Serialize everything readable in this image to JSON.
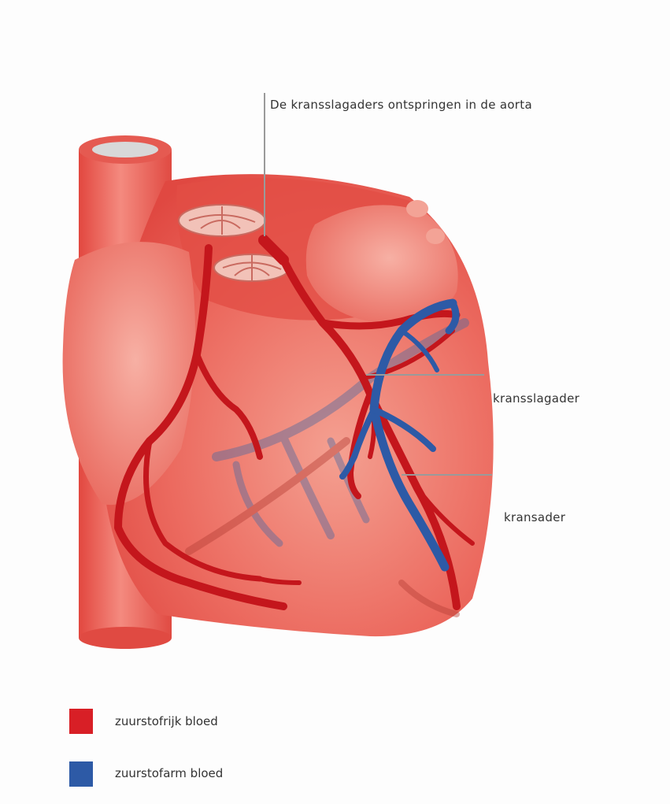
{
  "labels": {
    "aorta_callout": "De kransslagaders ontspringen in de aorta",
    "artery_callout": "kransslagader",
    "vein_callout": "kransader"
  },
  "legend": [
    {
      "color": "#d81f26",
      "text": "zuurstofrijk bloed"
    },
    {
      "color": "#2d5aa6",
      "text": "zuurstofarm bloed"
    }
  ],
  "colors": {
    "heart_base": "#e8504a",
    "heart_light": "#f28e83",
    "artery": "#c4161c",
    "vein": "#2d5aa6",
    "callout_line": "#999999"
  }
}
